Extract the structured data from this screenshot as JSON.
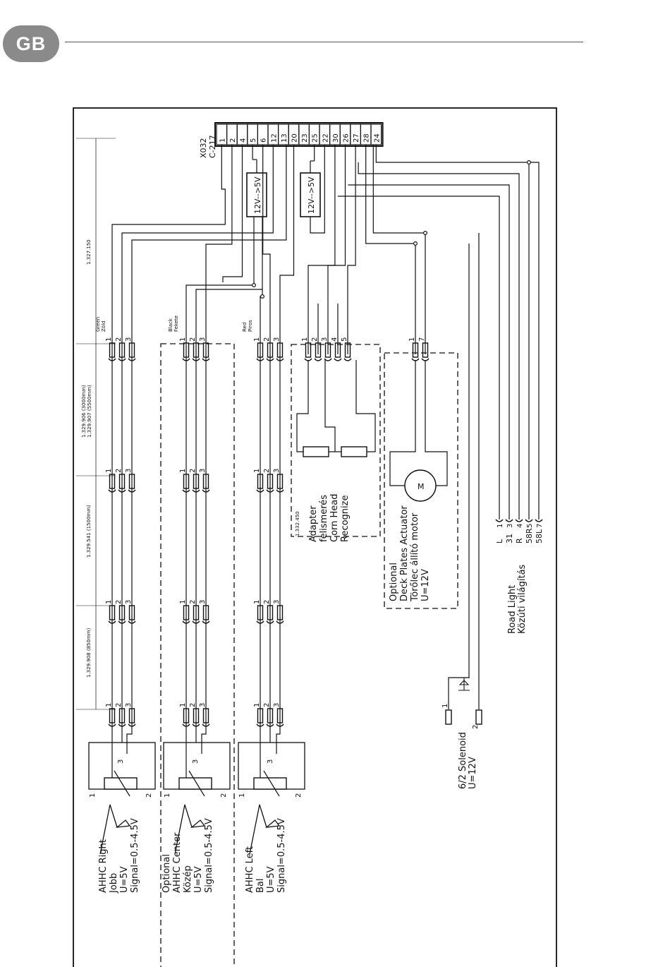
{
  "header": {
    "language_badge": "GB"
  },
  "connector": {
    "name_1": "X032",
    "name_2": "C-217",
    "pins": [
      "1",
      "2",
      "4",
      "5",
      "6",
      "12",
      "13",
      "20",
      "23",
      "25",
      "22",
      "30",
      "26",
      "27",
      "28",
      "24"
    ]
  },
  "converters": [
    {
      "label": "12V-->5V"
    },
    {
      "label": "12V-->5V"
    }
  ],
  "cables": {
    "top": "1.327.150",
    "segment_a_1": "1.329.906 (3000mm)",
    "segment_a_2": "1.329.907 (5500mm)",
    "segment_b": "1.329.541 (1500mm)",
    "segment_c": "1.329.908 (850mm)",
    "adapter": "1.332.450"
  },
  "wire_colors": {
    "green": "Green",
    "green_hu": "Zöld",
    "black": "Black",
    "black_hu": "Fekete",
    "red": "Red",
    "red_hu": "Piros"
  },
  "plug_pins_3": [
    "1",
    "2",
    "3"
  ],
  "plug_pins_5": [
    "1",
    "2",
    "3",
    "4",
    "5"
  ],
  "plug_pins_2": [
    "1",
    "2"
  ],
  "sensor_pins": [
    "1",
    "2",
    "3"
  ],
  "sensors": [
    {
      "lines": [
        "AHHC Right",
        "Jobb",
        "U=5V",
        "Signal=0.5-4.5V"
      ]
    },
    {
      "lines": [
        "Optional",
        "AHHC Center",
        "Közép",
        "U=5V",
        "Signal=0.5-4.5V"
      ]
    },
    {
      "lines": [
        "AHHC Left",
        "Bal",
        "U=5V",
        "Signal=0.5-4.5V"
      ]
    }
  ],
  "adapter": {
    "lines": [
      "Adapter",
      "felismerés",
      "Corn Head",
      "Recognize"
    ]
  },
  "deck_plates": {
    "lines": [
      "Optional",
      "Deck Plates Actuator",
      "Törőlec állító motor",
      "U=12V"
    ],
    "motor_symbol": "M"
  },
  "solenoid": {
    "lines": [
      "6/2 Solenoid",
      "U=12V"
    ],
    "pins": [
      "1",
      "2"
    ]
  },
  "road_light": {
    "lines": [
      "Road Light",
      "Közúti világítás"
    ],
    "pin_labels": [
      "L",
      "31",
      "R",
      "58R",
      "58L"
    ],
    "pin_numbers": [
      "1",
      "3",
      "4",
      "5",
      "7"
    ]
  }
}
